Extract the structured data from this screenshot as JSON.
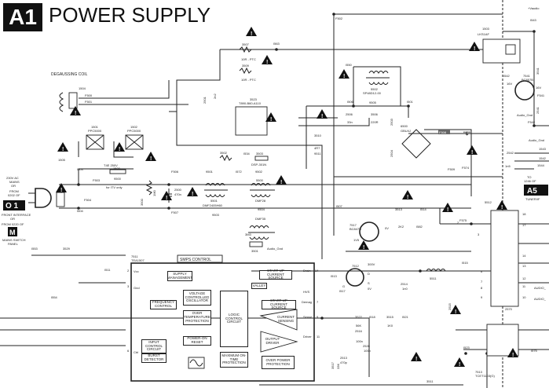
{
  "header": {
    "badge": "A1",
    "title": "POWER SUPPLY"
  },
  "connectors": {
    "front_interface_badge": "O 1",
    "mains_switch_badge": "M",
    "tuner_badge": "A5",
    "mains_lines": [
      "230V AC",
      "MAINS",
      "OR",
      "FROM",
      "0202 OF"
    ],
    "front_interface": "FRONT INTERFACE",
    "or": "OR",
    "from_0220": "FROM 0220 OF",
    "mains_switch_lines": [
      "MAINS SWITCH",
      "PANEL"
    ],
    "tuner_label": "TUNER/IF",
    "to_1246": [
      "TO",
      "1246 OF"
    ]
  },
  "labels": {
    "degaussing_coil": "DEGAUSSING COIL",
    "i504": "1504",
    "f500": "F500",
    "f501": "F501",
    "i501a": "1501",
    "ppc1": "PPC5000",
    "i502a": "1502",
    "ppc2": "PPC5000",
    "i505": "1505",
    "i503": "I503",
    "f503": "F503",
    "i504b": "I504",
    "f504": "F504",
    "fuse": "T4E 250V",
    "fuse_ref": "1500",
    "r9500": "9500",
    "for_ttv": "for ITV only",
    "r3500": "3500",
    "r1m0": "1M0",
    "c2500": "2500",
    "c470n": "470n",
    "f506": "F506",
    "f507": "F507",
    "r3502": "3502",
    "i534": "I534",
    "dsp": "3503",
    "dsp_type": "DSP-301N",
    "r9501": "9501",
    "i572": "I572",
    "r9502": "9502",
    "l5500": "5500",
    "l5501": "5501",
    "dmf2405": "DMF2405H60",
    "r9503": "9503",
    "dmf28": "DMF28",
    "r9504": "9504",
    "dmf35": "DMF35",
    "l3m3": "3M3",
    "r3501": "3501",
    "audio_gnd": "Audio_Gnd",
    "r3507": "3507",
    "ptc1": "10R - PTC",
    "r3509": "3509",
    "ptc2": "10R - PTC",
    "i563": "I563",
    "t3523": "3523",
    "t890": "T890-B60-A110",
    "c2501": "2501",
    "c2n2": "2n2",
    "f502": "F502",
    "i550": "I550",
    "l5502": "5502",
    "sp": "SP48D12-00",
    "i506": "I506",
    "r9505": "9505",
    "c2506": "2506",
    "c33n": "33n",
    "r3506": "3506",
    "r220r": "220R",
    "i501": "I501",
    "r3510": "3510",
    "r4r7": "4R7",
    "r9511": "9511",
    "c2503": "2503",
    "c2504": "2504",
    "d6500": "6500",
    "gbu": "GBU4J",
    "f508": "F508",
    "dollar": "\"$\"",
    "f509": "F509",
    "f574": "F574",
    "i503b": "1503",
    "relay": "LKS1AF",
    "vaudio": "+Vaudio",
    "i543": "I543",
    "i542": "I542",
    "t7541": "7541",
    "bc857": "BC857B",
    "v16a": "16V",
    "v16b": "16V",
    "f541": "F541",
    "f542": "F542",
    "r3541": "3541",
    "c2541": "2541",
    "audio_gnd2": "Audio_Gnd",
    "c2542": "2542",
    "c1n5": "1n5",
    "p1543": "1543",
    "p1542": "1542",
    "p1544": "1544",
    "l5512": "5512",
    "i507": "I507",
    "r3513": "3513",
    "r2k2": "2K2",
    "i514": "I514",
    "t7517": "7517",
    "bc847": "BC847B",
    "v1": "1V5",
    "v0": "0V",
    "i582": "I582",
    "t7512": "7512",
    "v300": "300V",
    "d": "D",
    "s": "S",
    "g": "G",
    "v0b": "0V",
    "i513": "I513",
    "i517": "I517",
    "l5511": "5511",
    "i515": "I515",
    "f575": "F575",
    "c2514": "2514",
    "c1n0": "1n0",
    "c2515": "2515",
    "r3522": "3522",
    "r56k": "56K",
    "i518": "I518",
    "r3515": "3515",
    "r1k0": "1K0",
    "i521": "I521",
    "c2516": "2516",
    "c100n": "100n",
    "c2526": "2526",
    "c100p": "100p",
    "c2513": "2513",
    "c470p": "470p",
    "c2570": "2570",
    "t7513": "7513",
    "tcet": "TCET1103(G)",
    "i523": "I523",
    "i575": "I575",
    "r3511": "3511",
    "i553": "I553",
    "r3529": "3529",
    "i511": "I511",
    "i554": "I554",
    "r3517": "3517",
    "r33k": "33K"
  },
  "smps": {
    "title": "SMPS CONTROL",
    "ic_ref": "7511",
    "ic_type": "TEA1507",
    "blocks": {
      "supply_management": "SUPPLY MANAGEMENT",
      "startup_source": "START-UP CURRENT SOURCE",
      "valley": "VALLEY",
      "vco": "VOLTAGE CONTROLLED OSCILLATOR",
      "frequency_control": "FREQUENCY CONTROL",
      "over_temp": "OVER TEMPERATURE PROTECTION",
      "logic": "LOGIC CONTROL CIRCUIT",
      "startup_source2": "START-UP CURRENT SOURCE",
      "current_sensing": "CURRENT SENSING",
      "power_on_reset": "POWER-ON RESET",
      "output_driver": "OUTPUT DRIVER",
      "input_control": "INPUT CONTROL CIRCUIT",
      "burst_detector": "BURST DETECTOR",
      "max_on_time": "MAXIMUM ON-TIME PROTECTION",
      "over_power": "OVER POWER PROTECTION"
    },
    "pins": {
      "vcc": "Vcc",
      "vcc_n": "2",
      "gnd": "Gnd",
      "gnd_n": "3",
      "ctrl": "Ctrl",
      "ctrl_n": "6",
      "drain": "Drain",
      "drain_n": "14",
      "hvs": "HVS",
      "demag": "Demag",
      "demag_n": "7",
      "sense": "Sense",
      "sense_n": "9",
      "driver": "Driver",
      "driver_n": "11"
    }
  },
  "transformer_pins": [
    "2",
    "3",
    "6",
    "7",
    "8",
    "9",
    "18",
    "17",
    "14",
    "13",
    "12",
    "11",
    "10"
  ],
  "audio_labels": [
    "AUDIO_",
    "AUDIO_"
  ],
  "icons": {
    "warning": "warning-triangle-icon"
  }
}
